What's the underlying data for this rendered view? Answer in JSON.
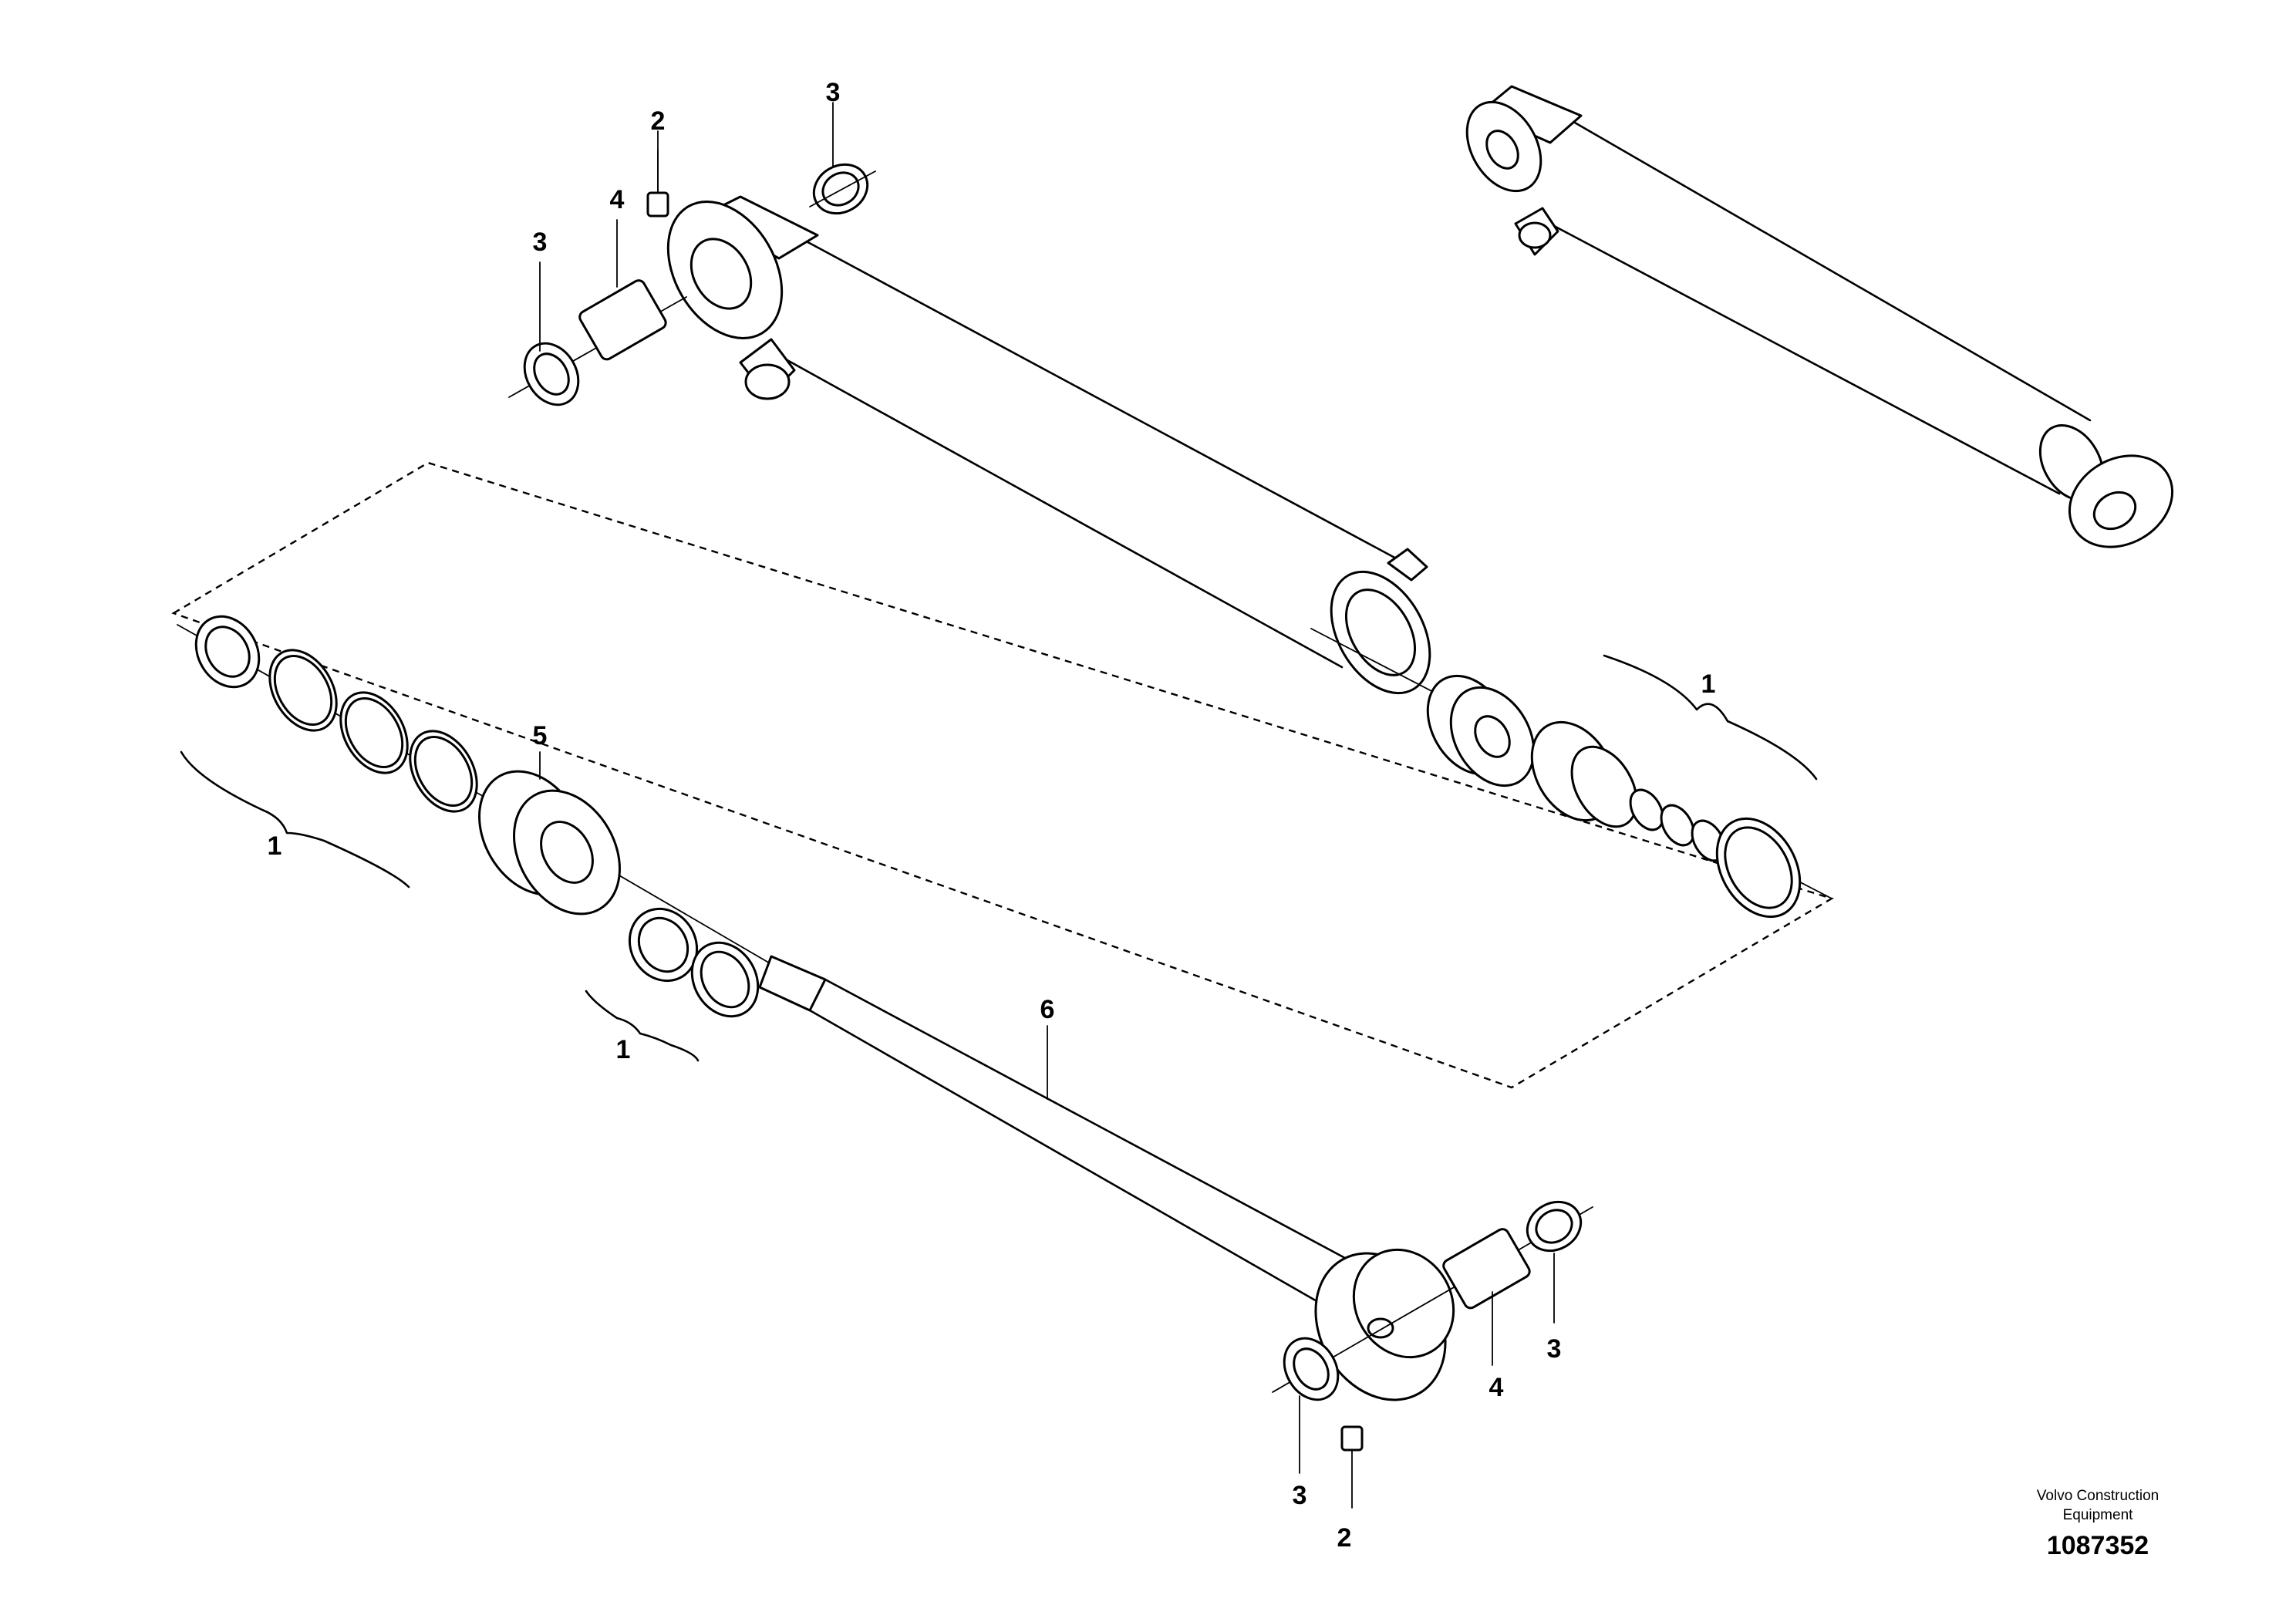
{
  "callouts": {
    "seal_kit_right": "1",
    "seal_kit_left": "1",
    "seal_kit_lower": "1",
    "grease_nipple_top": "2",
    "grease_nipple_bottom": "2",
    "dust_seal_top_right": "3",
    "dust_seal_top_left": "3",
    "dust_seal_bottom_left": "3",
    "dust_seal_bottom_right": "3",
    "bushing_top": "4",
    "bushing_bottom": "4",
    "cylinder_head": "5",
    "piston_rod": "6"
  },
  "footer": {
    "brand_line1": "Volvo Construction",
    "brand_line2": "Equipment",
    "document_number": "1087352"
  }
}
